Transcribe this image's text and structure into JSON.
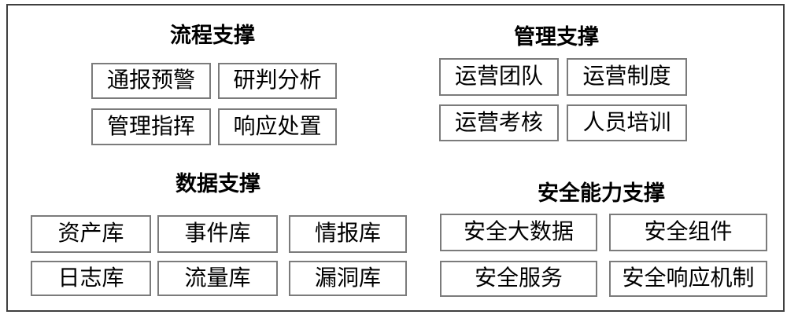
{
  "colors": {
    "background": "#ffffff",
    "frame_border": "#3f3f3f",
    "box_border": "#7b7b7b",
    "text": "#000000"
  },
  "sections": [
    {
      "title": "流程支撑",
      "items": [
        "通报预警",
        "研判分析",
        "管理指挥",
        "响应处置"
      ]
    },
    {
      "title": "管理支撑",
      "items": [
        "运营团队",
        "运营制度",
        "运营考核",
        "人员培训"
      ]
    },
    {
      "title": "数据支撑",
      "items": [
        "资产库",
        "事件库",
        "情报库",
        "日志库",
        "流量库",
        "漏洞库"
      ]
    },
    {
      "title": "安全能力支撑",
      "items": [
        "安全大数据",
        "安全组件",
        "安全服务",
        "安全响应机制"
      ]
    }
  ]
}
